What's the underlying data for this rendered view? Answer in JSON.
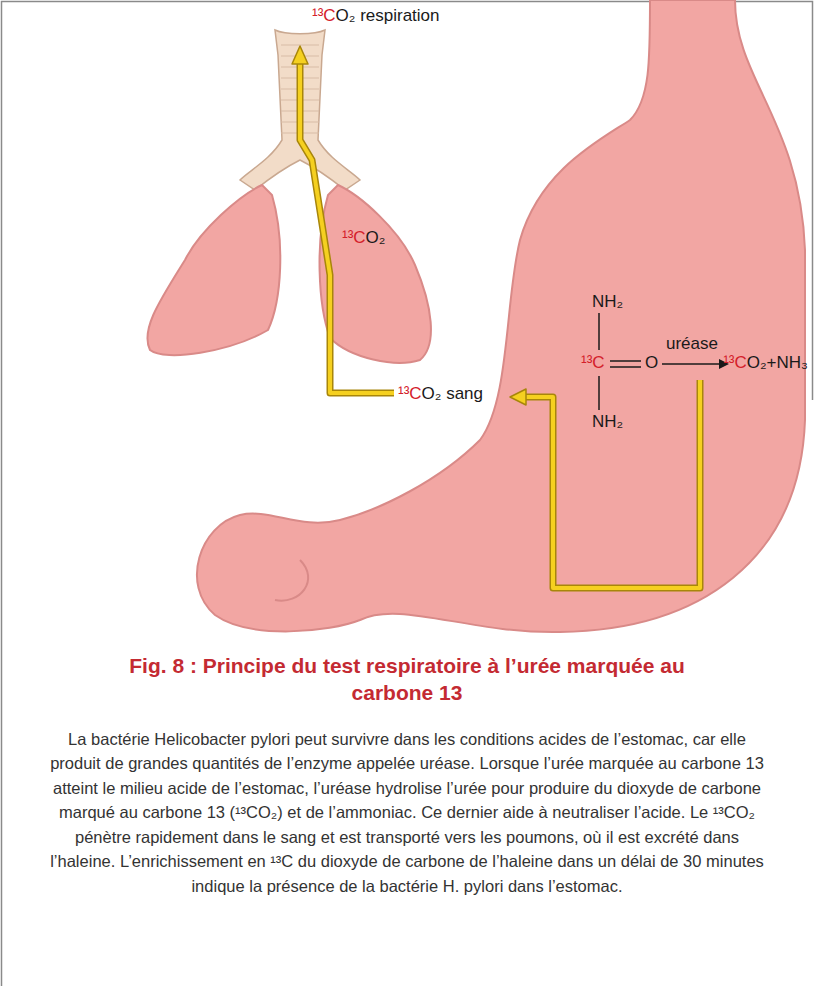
{
  "diagram": {
    "title": "Fig. 8 : Principe du test respiratoire à l’urée marquée au carbone 13",
    "caption": "La bactérie Helicobacter pylori peut survivre dans les conditions acides de l’estomac, car elle produit de grandes quantités de l’enzyme appelée uréase. Lorsque l’urée marquée au carbone 13 atteint le milieu acide de l’estomac, l’uréase hydrolise l’urée pour produire du dioxyde de carbone marqué au carbone 13 (¹³CO₂) et de l’ammoniac. Ce dernier aide à neutraliser l’acide. Le ¹³CO₂ pénètre rapidement dans le sang et est transporté vers les poumons, où il est excrété dans l’haleine. L’enrichissement en ¹³C du dioxyde de carbone de l’haleine dans un délai de 30 minutes indique la présence de la bactérie H. pylori dans l’estomac.",
    "labels": [
      "¹³CO₂ respiration",
      "¹³CO₂",
      "¹³CO₂ sang",
      "NH₂",
      "¹³C",
      "O",
      "uréase",
      "¹³CO₂+NH₃",
      "NH₂"
    ]
  }
}
